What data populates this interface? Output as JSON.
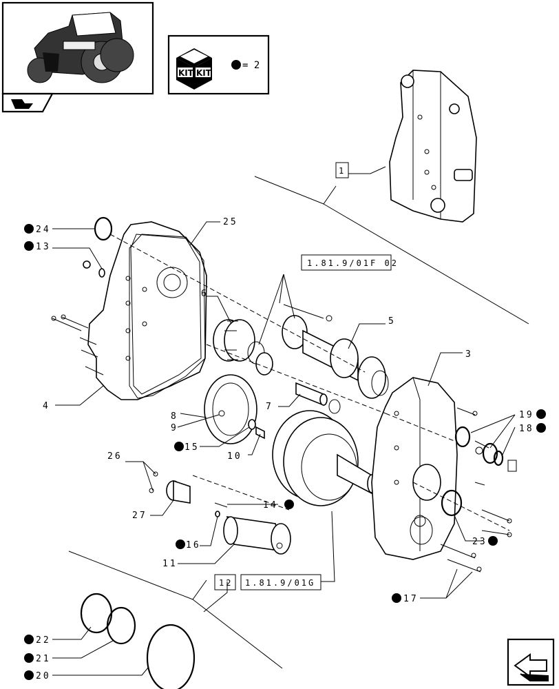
{
  "kit_box": {
    "kit_text_left": "KIT",
    "kit_text_right": "KIT",
    "equals_label": "= 2"
  },
  "callouts": [
    {
      "id": "c24",
      "text": "24",
      "bullet": true
    },
    {
      "id": "c13",
      "text": "13",
      "bullet": true
    },
    {
      "id": "c25",
      "text": "25",
      "bullet": false
    },
    {
      "id": "c6",
      "text": "6",
      "bullet": false
    },
    {
      "id": "c5",
      "text": "5",
      "bullet": false
    },
    {
      "id": "c3",
      "text": "3",
      "bullet": false
    },
    {
      "id": "c4",
      "text": "4",
      "bullet": false
    },
    {
      "id": "c8",
      "text": "8",
      "bullet": false
    },
    {
      "id": "c9",
      "text": "9",
      "bullet": false
    },
    {
      "id": "c15",
      "text": "15",
      "bullet": true
    },
    {
      "id": "c10",
      "text": "10",
      "bullet": false
    },
    {
      "id": "c7",
      "text": "7",
      "bullet": false
    },
    {
      "id": "c26",
      "text": "26",
      "bullet": false
    },
    {
      "id": "c27",
      "text": "27",
      "bullet": false
    },
    {
      "id": "c14",
      "text": "14",
      "bullet": true
    },
    {
      "id": "c16",
      "text": "16",
      "bullet": true
    },
    {
      "id": "c11",
      "text": "11",
      "bullet": false
    },
    {
      "id": "c19",
      "text": "19",
      "bullet": true
    },
    {
      "id": "c18",
      "text": "18",
      "bullet": true
    },
    {
      "id": "c23",
      "text": "23",
      "bullet": true
    },
    {
      "id": "c17",
      "text": "17",
      "bullet": true
    },
    {
      "id": "c22",
      "text": "22",
      "bullet": true
    },
    {
      "id": "c21",
      "text": "21",
      "bullet": true
    },
    {
      "id": "c20",
      "text": "20",
      "bullet": true
    }
  ],
  "refs": {
    "r1": "1",
    "r_f02": "1.81.9/01F 02",
    "r12": "12",
    "r_g": "1.81.9/01G"
  }
}
